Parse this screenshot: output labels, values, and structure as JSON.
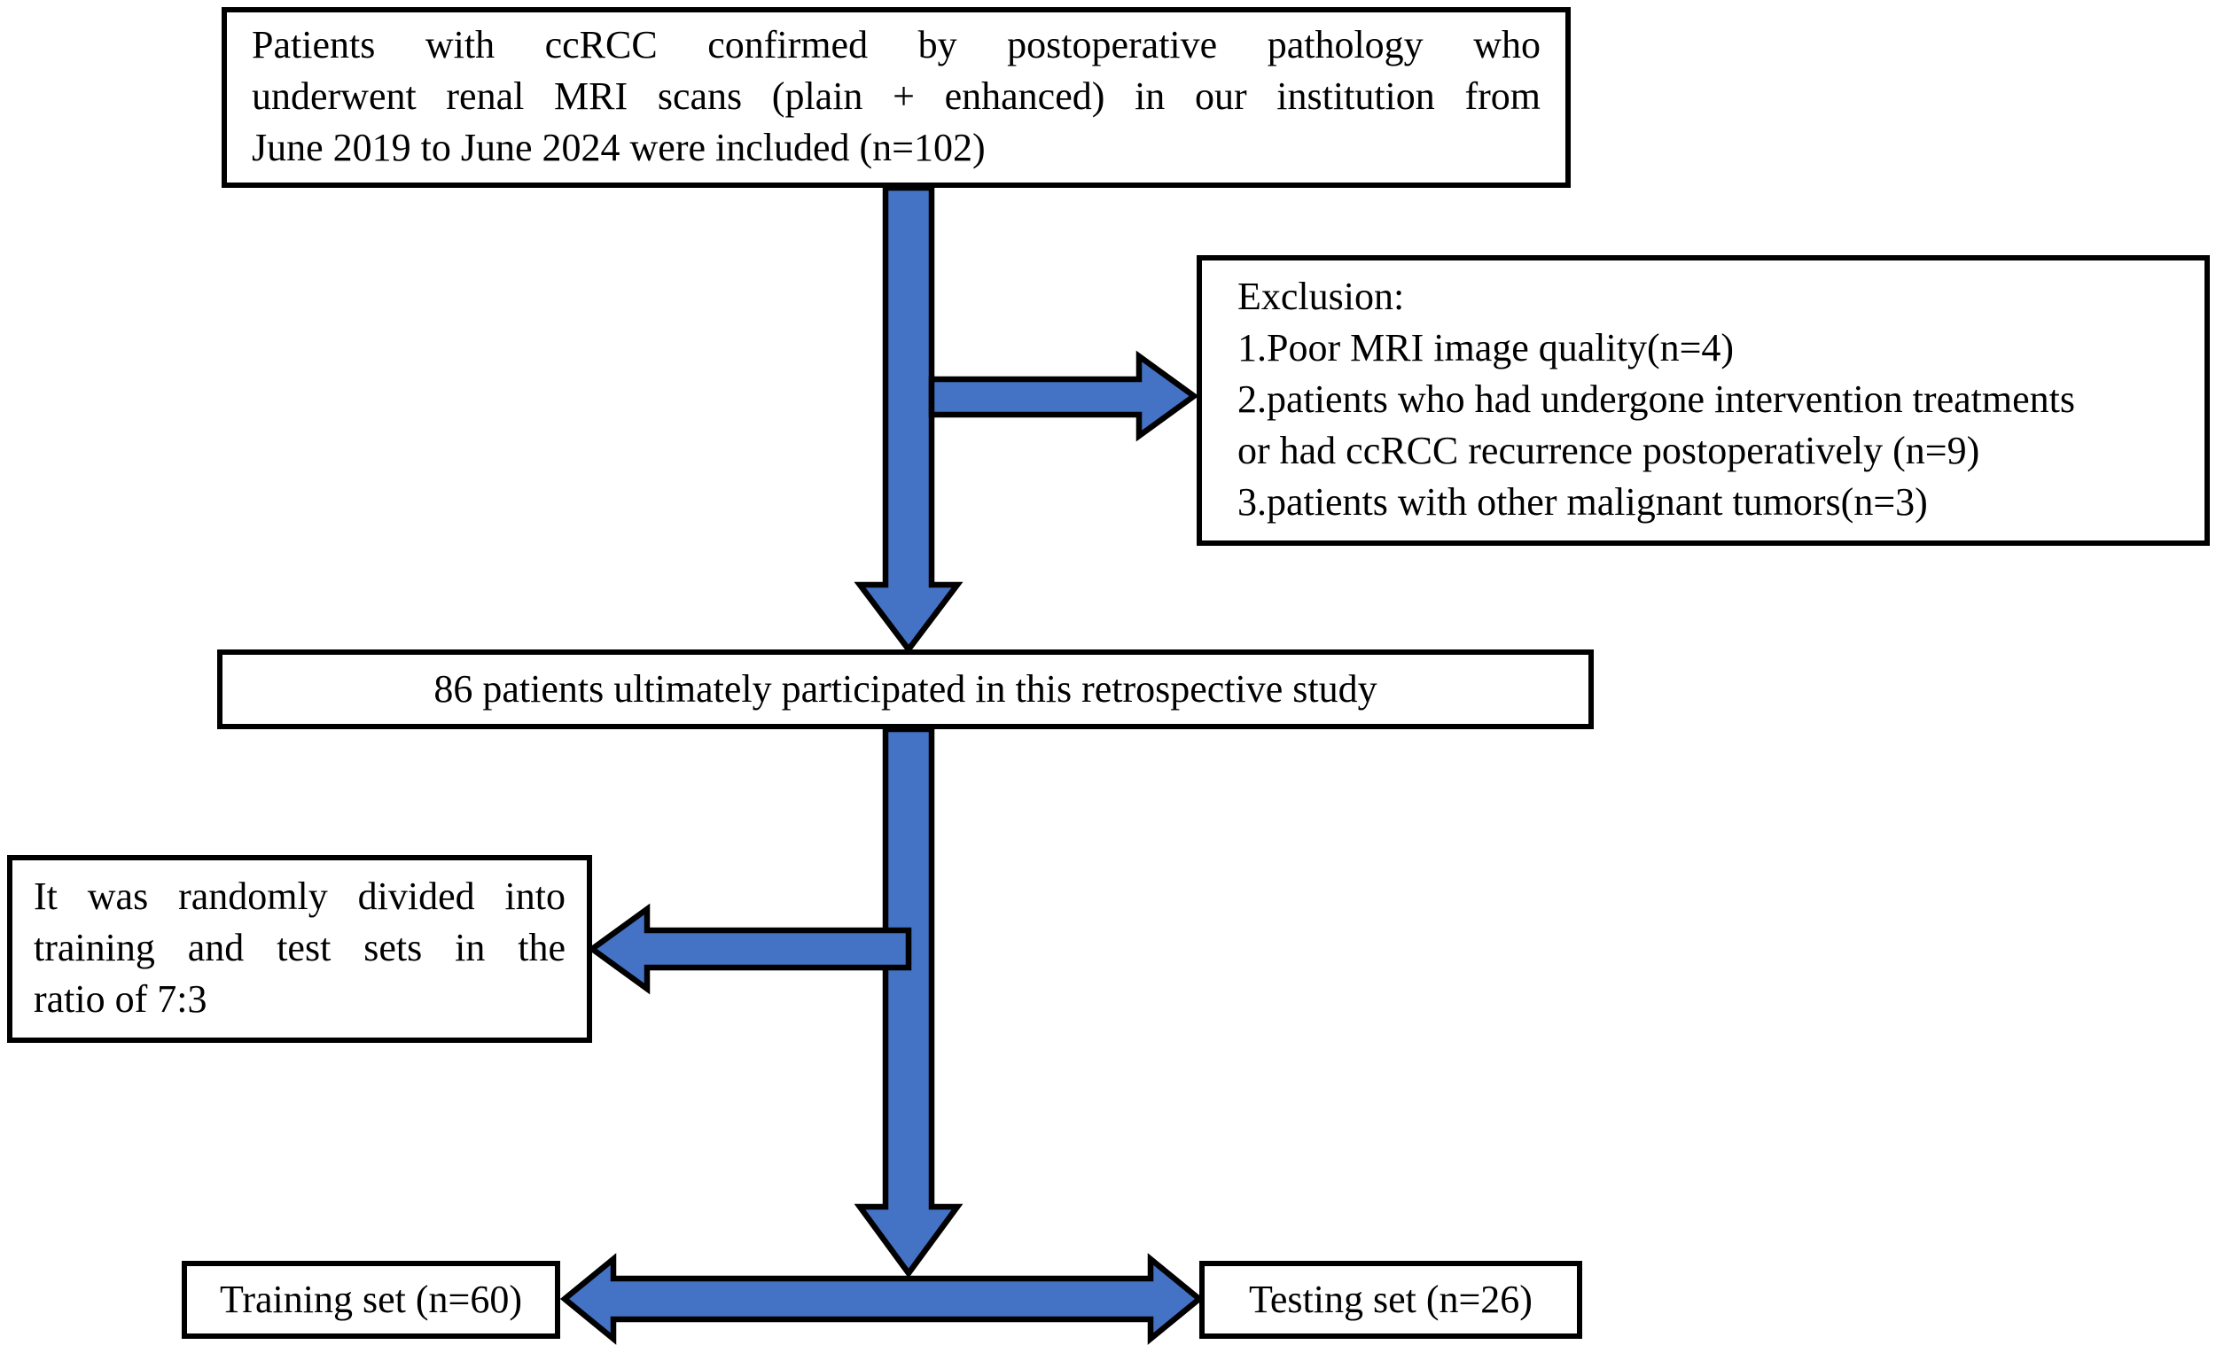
{
  "diagram": {
    "boxes": {
      "inclusion": {
        "lines": [
          "Patients with ccRCC confirmed by postoperative pathology who",
          "underwent renal MRI scans (plain + enhanced) in our institution from",
          "June 2019 to June 2024 were included (n=102)"
        ]
      },
      "exclusion": {
        "lines": [
          "Exclusion:",
          "1.Poor MRI image quality(n=4)",
          "2.patients who had undergone intervention treatments",
          "or had ccRCC recurrence postoperatively (n=9)",
          "3.patients with other malignant tumors(n=3)"
        ]
      },
      "participants": {
        "text": "86 patients ultimately participated in this retrospective study"
      },
      "split": {
        "lines": [
          "It was randomly divided into",
          "training and test sets in the",
          "ratio of 7:3"
        ]
      },
      "training": {
        "text": "Training set (n=60)"
      },
      "testing": {
        "text": "Testing set (n=26)"
      }
    },
    "colors": {
      "arrow_fill": "#4472C4",
      "arrow_outline": "#000000",
      "box_border": "#000000",
      "box_fill": "#FFFFFF",
      "text_color": "#000000",
      "bg": "#FFFFFF"
    }
  }
}
